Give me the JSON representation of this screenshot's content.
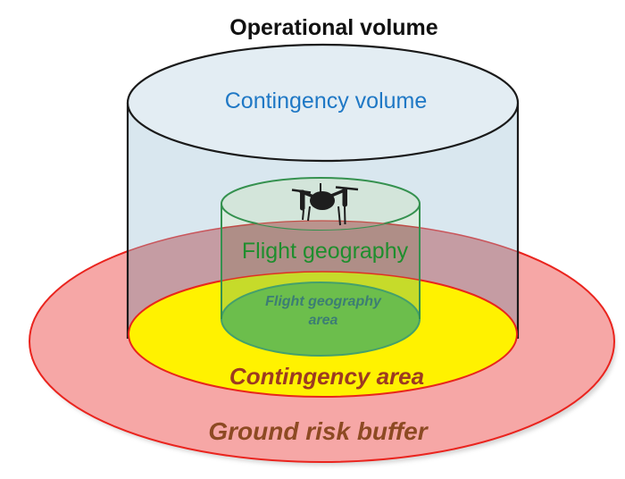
{
  "diagram": {
    "title": "Operational volume",
    "regions": {
      "contingency_volume": {
        "label": "Contingency volume",
        "shape": "cylinder",
        "text_color": "#1F78C5",
        "fill": "#D9E7EF",
        "top_fill": "#E3EDF3",
        "stroke": "#1A1A1A"
      },
      "flight_geography": {
        "label": "Flight geography",
        "shape": "cylinder",
        "text_color": "#1E8E2D",
        "fill": "#DCEBE0",
        "top_fill": "#D3E5DA",
        "stroke": "#35914F"
      },
      "flight_geography_area": {
        "label": "Flight geography area",
        "shape": "ellipse",
        "text_color": "#3C7D74",
        "fill": "#6CBE4C",
        "stroke": "#44A06B"
      },
      "contingency_area": {
        "label": "Contingency area",
        "shape": "ellipse",
        "text_color": "#9C3A21",
        "fill": "#FFF200",
        "stroke": "#E8261C"
      },
      "ground_risk_buffer": {
        "label": "Ground risk buffer",
        "shape": "ellipse",
        "text_color": "#8D4A23",
        "fill": "#F6A7A6",
        "stroke": "#EA241E"
      }
    },
    "icons": [
      {
        "name": "drone-icon",
        "description": "quadcopter drone silhouette",
        "color": "#1E1E1E"
      }
    ],
    "background": "#FFFFFF"
  }
}
